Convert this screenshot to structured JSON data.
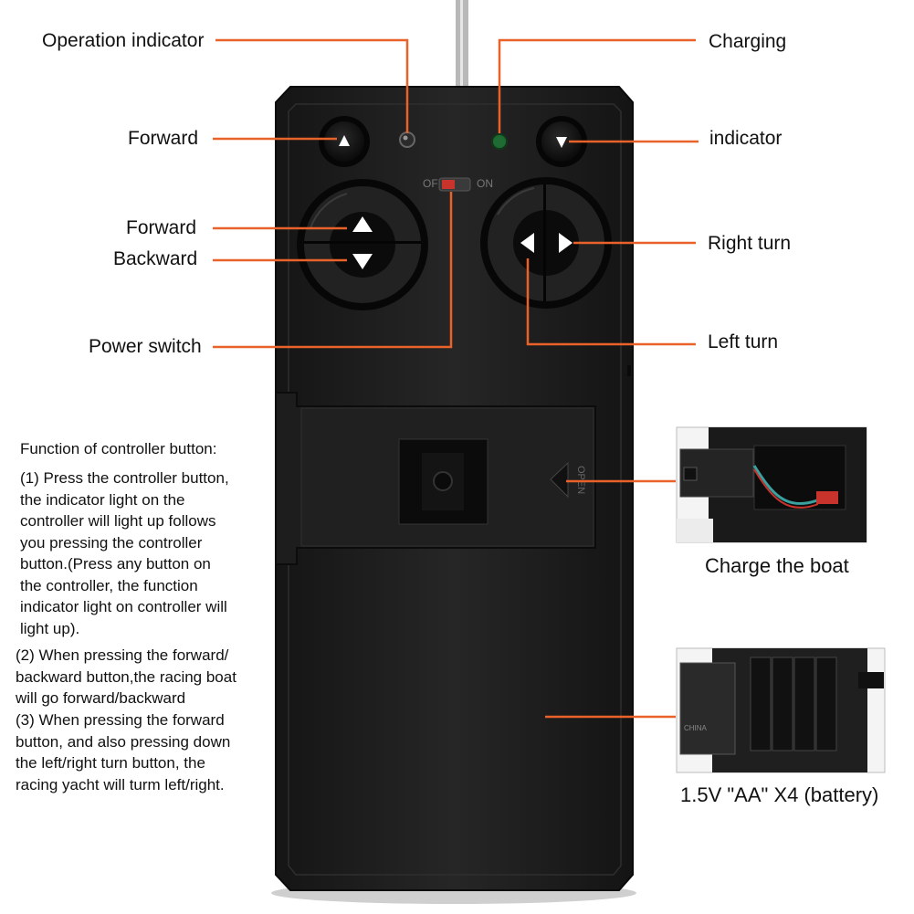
{
  "labels": {
    "operation_indicator": "Operation indicator",
    "charging": "Charging",
    "indicator": "indicator",
    "forward_top": "Forward",
    "forward_left": "Forward",
    "backward": "Backward",
    "right_turn": "Right turn",
    "left_turn": "Left turn",
    "power_switch": "Power switch"
  },
  "switch": {
    "off": "OFF",
    "on": "ON"
  },
  "cover_text": "OPEN",
  "function_section": {
    "title": "Function of controller button:",
    "items": [
      "(1) Press the controller button,\nthe indicator light on the\ncontroller will light up follows\nyou pressing the controller\nbutton.(Press any button on\nthe controller, the function\nindicator light on controller will\nlight up).",
      "(2) When pressing the forward/\nbackward button,the racing boat\nwill go forward/backward",
      "(3) When pressing the forward\nbutton, and also pressing down\nthe left/right turn button, the\nracing yacht will turm left/right."
    ]
  },
  "photos": {
    "charge_caption": "Charge the boat",
    "battery_caption": "1.5V \"AA\" X4 (battery)",
    "battery_mark": "CHINA"
  },
  "colors": {
    "leader": "#e8622a",
    "body": "#1c1c1c",
    "button": "#0d0d0d",
    "indicator_red": "#c8342b",
    "indicator_green": "#1f6b33"
  }
}
